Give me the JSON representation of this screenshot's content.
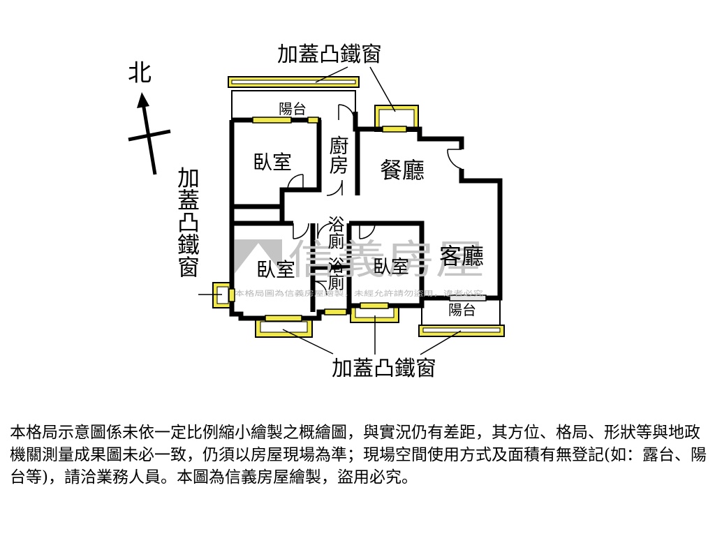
{
  "compass": {
    "label": "北"
  },
  "callouts": {
    "top": "加蓋凸鐵窗",
    "left": "加蓋凸鐵窗",
    "bottom": "加蓋凸鐵窗"
  },
  "rooms": {
    "balcony_top": "陽台",
    "bedroom_nw": "臥室",
    "kitchen": "廚房",
    "dining": "餐廳",
    "bedroom_sw": "臥室",
    "bath_1": "浴廁",
    "bath_2": "浴廁",
    "bedroom_mid": "臥室",
    "living": "客廳",
    "balcony_se": "陽台"
  },
  "watermark": {
    "brand": "信義房屋",
    "note": "本格局圖為信義房屋繪製，未經允許請勿盜用，違者必究"
  },
  "colors": {
    "wall": "#000000",
    "window_fill": "#f2e94a",
    "watermark": "#b5b5b5"
  },
  "disclaimer": "本格局示意圖係未依一定比例縮小繪製之概繪圖，與實況仍有差距，其方位、格局、形狀等與地政機關測量成果圖未必一致，仍須以房屋現場為準；現場空間使用方式及面積有無登記(如：露台、陽台等)，請洽業務人員。本圖為信義房屋繪製，盜用必究。"
}
